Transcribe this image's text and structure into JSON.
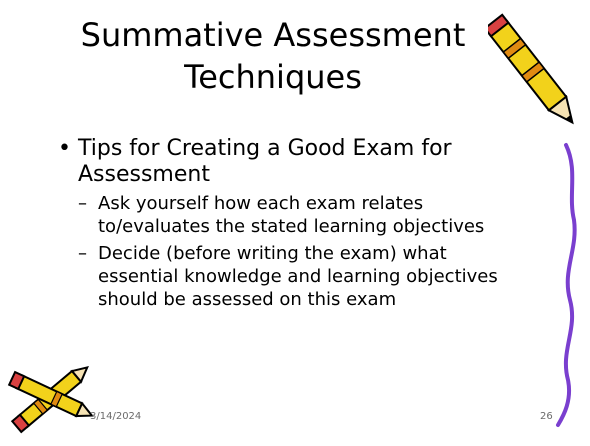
{
  "slide": {
    "title_line1": "Summative Assessment",
    "title_line2": "Techniques",
    "bullet1": "Tips for Creating a Good Exam for Assessment",
    "sub1": "Ask yourself how each exam relates to/evaluates the stated learning objectives",
    "sub2": "Decide (before writing the exam) what essential knowledge and learning objectives should be assessed on this exam",
    "date": "3/14/2024",
    "page_number": "26"
  },
  "icons": {
    "top_right": "pencil-icon",
    "bottom_left": "crossed-pencils-icon",
    "right_edge": "purple-squiggle-icon"
  },
  "colors": {
    "pencil_body": "#f2d21b",
    "pencil_stripe": "#e08a12",
    "pencil_eraser": "#d94141",
    "squiggle": "#7a3fcf",
    "footer_text": "#6b6b6b"
  }
}
